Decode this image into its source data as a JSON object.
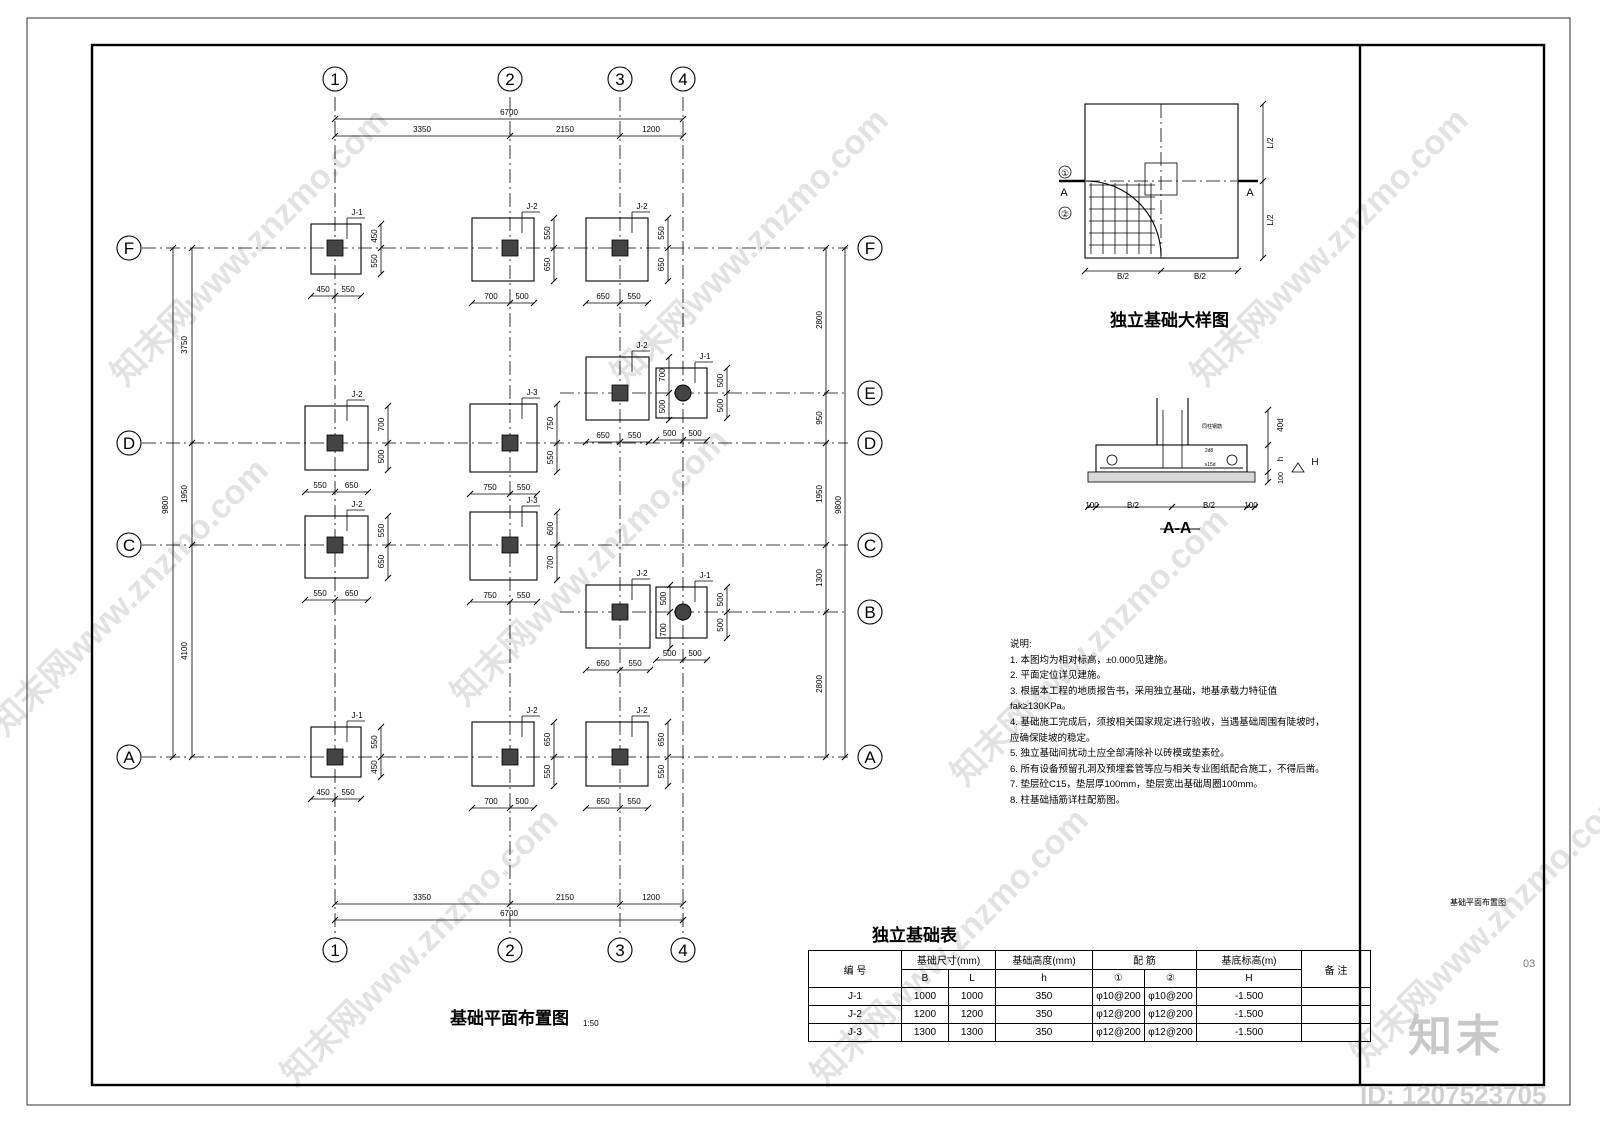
{
  "plan": {
    "title": "基础平面布置图",
    "scale": "1:50",
    "axes_x": [
      "1",
      "2",
      "3",
      "4"
    ],
    "axes_y": [
      "F",
      "E",
      "D",
      "C",
      "B",
      "A"
    ],
    "dims_x_total": "6700",
    "dims_x_spans": [
      "3350",
      "2150",
      "1200"
    ],
    "dims_y_left_total": "9800",
    "dims_y_left_spans": [
      "3750",
      "1950",
      "4100"
    ],
    "dims_y_right_total": "9800",
    "dims_y_right_spans": [
      "2800",
      "950",
      "1950",
      "1300",
      "2800"
    ],
    "footings": [
      {
        "tag": "J-1",
        "b1": "450",
        "b2": "550",
        "l1": "450",
        "l2": "550"
      },
      {
        "tag": "J-2",
        "b1": "700",
        "b2": "500",
        "l1": "550",
        "l2": "650"
      },
      {
        "tag": "J-2",
        "b1": "650",
        "b2": "550",
        "l1": "550",
        "l2": "650"
      },
      {
        "tag": "J-2",
        "b1": "650",
        "b2": "550",
        "l1": "700",
        "l2": "500"
      },
      {
        "tag": "J-1",
        "b1": "500",
        "b2": "500",
        "l1": "500",
        "l2": "500"
      },
      {
        "tag": "J-2",
        "b1": "550",
        "b2": "650",
        "l1": "700",
        "l2": "500"
      },
      {
        "tag": "J-3",
        "b1": "750",
        "b2": "550",
        "l1": "750",
        "l2": "550"
      },
      {
        "tag": "J-2",
        "b1": "550",
        "b2": "650",
        "l1": "550",
        "l2": "650"
      },
      {
        "tag": "J-3",
        "b1": "750",
        "b2": "550",
        "l1": "600",
        "l2": "700"
      },
      {
        "tag": "J-2",
        "b1": "650",
        "b2": "550",
        "l1": "500",
        "l2": "700"
      },
      {
        "tag": "J-1",
        "b1": "500",
        "b2": "500",
        "l1": "500",
        "l2": "500"
      },
      {
        "tag": "J-1",
        "b1": "450",
        "b2": "550",
        "l1": "550",
        "l2": "450"
      },
      {
        "tag": "J-2",
        "b1": "700",
        "b2": "500",
        "l1": "650",
        "l2": "550"
      },
      {
        "tag": "J-2",
        "b1": "650",
        "b2": "550",
        "l1": "650",
        "l2": "550"
      }
    ]
  },
  "detail": {
    "title": "独立基础大样图",
    "labels": {
      "half_b": "B/2",
      "half_l": "L/2",
      "cut": "A",
      "bar1": "①",
      "bar2": "②"
    }
  },
  "section": {
    "title": "A-A",
    "labels": {
      "edge": "100",
      "half_b": "B/2",
      "h": "h",
      "h_mark": "H",
      "d40": "40d",
      "d100": "100",
      "d15": "≥15d",
      "c2": "2d8",
      "spec": "同柱钢筋"
    }
  },
  "notes": {
    "heading": "说明:",
    "items": [
      "1. 本图均为相对标高，±0.000见建施。",
      "2. 平面定位详见建施。",
      "3. 根据本工程的地质报告书，采用独立基础，地基承载力特征值",
      "    fak≥130KPa。",
      "4. 基础施工完成后，须按相关国家规定进行验收，当遇基础周围有陡坡时，",
      "    应确保陡坡的稳定。",
      "5. 独立基础间扰动土应全部清除补以砖模或垫素砼。",
      "6. 所有设备预留孔洞及预埋套管等应与相关专业图纸配合施工，不得后凿。",
      "7. 垫层砼C15，垫层厚100mm，垫层宽出基础周圈100mm。",
      "8. 柱基础插筋详柱配筋图。"
    ]
  },
  "footing_table": {
    "title": "独立基础表",
    "headers": {
      "id": "编 号",
      "size": "基础尺寸(mm)",
      "height": "基础高度(mm)",
      "rebar": "配 筋",
      "elev": "基底标高(m)",
      "remark": "备 注"
    },
    "subheaders": {
      "b": "B",
      "l": "L",
      "h": "h",
      "r1": "①",
      "r2": "②",
      "hh": "H"
    },
    "rows": [
      {
        "id": "J-1",
        "b": "1000",
        "l": "1000",
        "h": "350",
        "r1": "φ10@200",
        "r2": "φ10@200",
        "elev": "-1.500",
        "remark": ""
      },
      {
        "id": "J-2",
        "b": "1200",
        "l": "1200",
        "h": "350",
        "r1": "φ12@200",
        "r2": "φ12@200",
        "elev": "-1.500",
        "remark": ""
      },
      {
        "id": "J-3",
        "b": "1300",
        "l": "1300",
        "h": "350",
        "r1": "φ12@200",
        "r2": "φ12@200",
        "elev": "-1.500",
        "remark": ""
      }
    ]
  },
  "title_block": {
    "sheet_title": "基础平面布置图",
    "sheet_no": "03"
  },
  "watermark": {
    "site": "知末网www.znzmo.com",
    "brand": "知末",
    "id": "ID: 1207523705"
  }
}
